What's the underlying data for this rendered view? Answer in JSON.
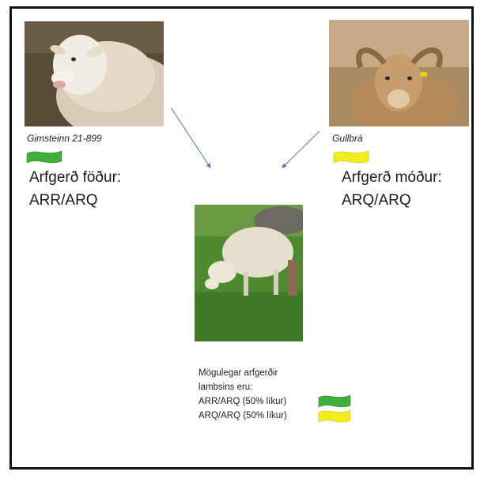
{
  "father": {
    "name": "Gimsteinn 21-899",
    "genotype_label": "Arfgerð föður:",
    "genotype": "ARR/ARQ",
    "flag_color": "#3fae3a",
    "photo": "white-ram-photo"
  },
  "mother": {
    "name": "Gullbrá",
    "genotype_label": "Arfgerð móður:",
    "genotype": "ARQ/ARQ",
    "flag_color": "#f2ee1a",
    "photo": "horned-ewe-photo"
  },
  "lamb": {
    "photo": "grazing-lamb-photo",
    "intro_line1": "Mögulegar arfgerðir",
    "intro_line2": "lambsins eru:",
    "outcomes": [
      {
        "text": "ARR/ARQ (50% líkur)",
        "flag_color": "#3fae3a"
      },
      {
        "text": "ARQ/ARQ (50% líkur)",
        "flag_color": "#f2ee1a"
      }
    ]
  },
  "colors": {
    "arrow": "#4a78d0",
    "border": "#111111"
  }
}
